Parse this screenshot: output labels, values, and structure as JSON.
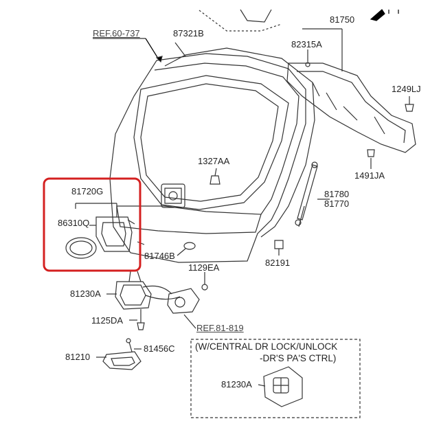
{
  "diagram": {
    "ref_top": "REF.60-737",
    "ref_mid": "REF.81-819",
    "note_line1": "(W/CENTRAL DR LOCK/UNLOCK",
    "note_line2": "-DR'S  PA'S CTRL)",
    "highlight_color": "#d42020",
    "parts": {
      "p87321B": "87321B",
      "p81750": "81750",
      "p82315A": "82315A",
      "p1249LJ": "1249LJ",
      "p1491JA": "1491JA",
      "p1327AA": "1327AA",
      "p81780": "81780",
      "p81770": "81770",
      "p81720G": "81720G",
      "p86310Q": "86310Q",
      "p81746B": "81746B",
      "p82191": "82191",
      "p1129EA": "1129EA",
      "p81230A": "81230A",
      "p1125DA": "1125DA",
      "p81210": "81210",
      "p81456C": "81456C",
      "p81230A_b": "81230A"
    }
  }
}
